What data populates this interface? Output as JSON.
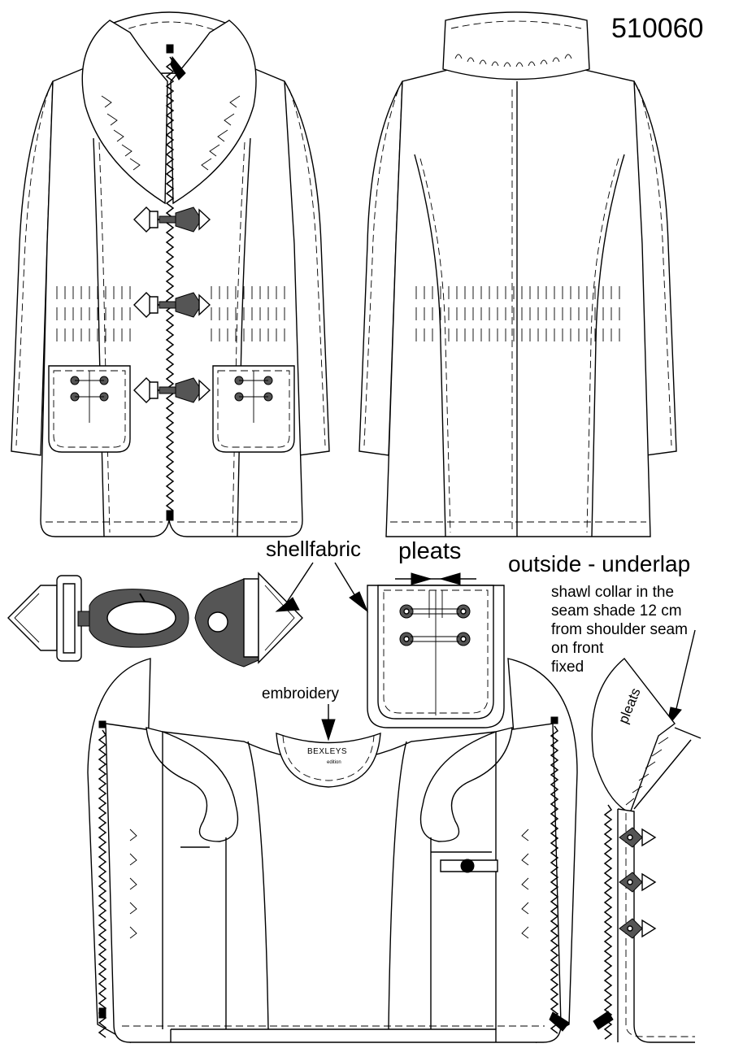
{
  "style_number": "510060",
  "labels": {
    "shellfabric": "shellfabric",
    "pleats": "pleats",
    "outside_underlap": "outside - underlap",
    "embroidery": "embroidery",
    "pleats_small": "pleats"
  },
  "note_lines": [
    "shawl collar in the",
    "seam shade 12 cm",
    "from shoulder seam",
    "on front",
    "fixed"
  ],
  "brand": {
    "name": "BEXLEYS",
    "sub": "edition"
  }
}
